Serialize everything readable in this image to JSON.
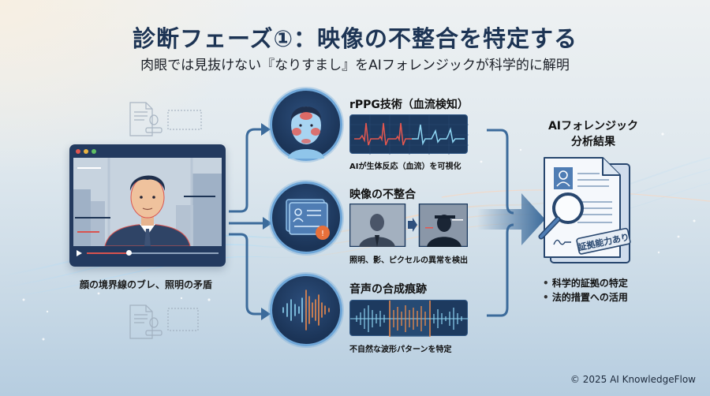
{
  "header": {
    "title": "診断フェーズ①：映像の不整合を特定する",
    "subtitle": "肉眼では見抜けない『なりすまし』をAIフォレンジックが科学的に解明"
  },
  "input": {
    "icon": "video-window-icon",
    "caption": "顔の境界線のブレ、照明の矛盾",
    "window_dot_colors": [
      "#e0564f",
      "#e9b342",
      "#5fbf63"
    ],
    "progress_color": "#d9534f"
  },
  "steps": [
    {
      "title": "rPPG技術（血流検知）",
      "caption": "AIが生体反応（血流）を可視化",
      "icon": "face-heatmap-icon",
      "panel": "heartbeat-waveform",
      "colors": {
        "wave_left": "#e5574f",
        "wave_right": "#8fd7f4"
      }
    },
    {
      "title": "映像の不整合",
      "caption": "照明、影、ピクセルの異常を検出",
      "icon": "profile-card-warning-icon",
      "panel": "silhouette-comparison",
      "colors": {
        "warning": "#e8703a"
      }
    },
    {
      "title": "音声の合成痕跡",
      "caption": "不自然な波形パターンを特定",
      "icon": "audio-waveform-icon",
      "panel": "audio-waveform-highlight",
      "colors": {
        "normal": "#8ed4f2",
        "anomaly": "#ef8a4a"
      }
    }
  ],
  "result": {
    "title_line1": "AIフォレンジック",
    "title_line2": "分析結果",
    "icon": "document-magnifier-icon",
    "stamp": "証拠能力あり",
    "bullets": [
      "科学的証拠の特定",
      "法的措置への活用"
    ]
  },
  "footer": {
    "copyright": "© 2025 AI KnowledgeFlow"
  },
  "colors": {
    "title": "#1d3454",
    "navy": "#1b3457",
    "arrow": "#3c6b9b",
    "circle_border": "#6ea6d8"
  }
}
